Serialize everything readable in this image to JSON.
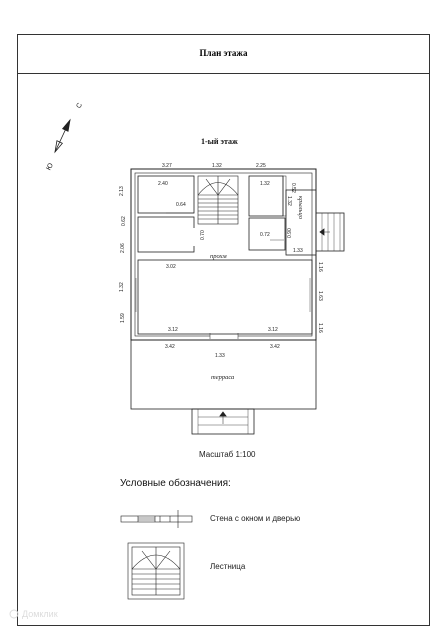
{
  "title": "План этажа",
  "floor_title": "1-ый этаж",
  "compass": {
    "north": "С",
    "south": "Ю"
  },
  "rooms": {
    "hall": "прохм",
    "porch": "крыльцо",
    "terrace": "терраса"
  },
  "dims": {
    "top_left": "3.27",
    "top_mid": "1.32",
    "top_right": "2.25",
    "room1_w": "2.40",
    "room1_door": "0.64",
    "room2_w": "1.32",
    "room2_side": "0.52",
    "room2_h": "1.32",
    "left_a": "2.13",
    "left_b": "0.62",
    "left_c": "2.06",
    "left_d": "1.32",
    "left_e": "1.59",
    "closet_door": "0.70",
    "bath_door": "0.72",
    "bath_side": "0.90",
    "bath_w": "1.33",
    "liv_w": "3.02",
    "right_a": "1.16",
    "right_b": "1.63",
    "right_c": "1.16",
    "bot_l": "3.12",
    "bot_r": "3.12",
    "ter_l": "3.42",
    "ter_r": "3.42",
    "ter_door": "1.33"
  },
  "scale_label": "Масштаб 1:100",
  "legend": {
    "title": "Условные обозначения:",
    "wall_label": "Стена с  окном и дверью",
    "stair_label": "Лестница"
  },
  "watermark": "Домклик"
}
